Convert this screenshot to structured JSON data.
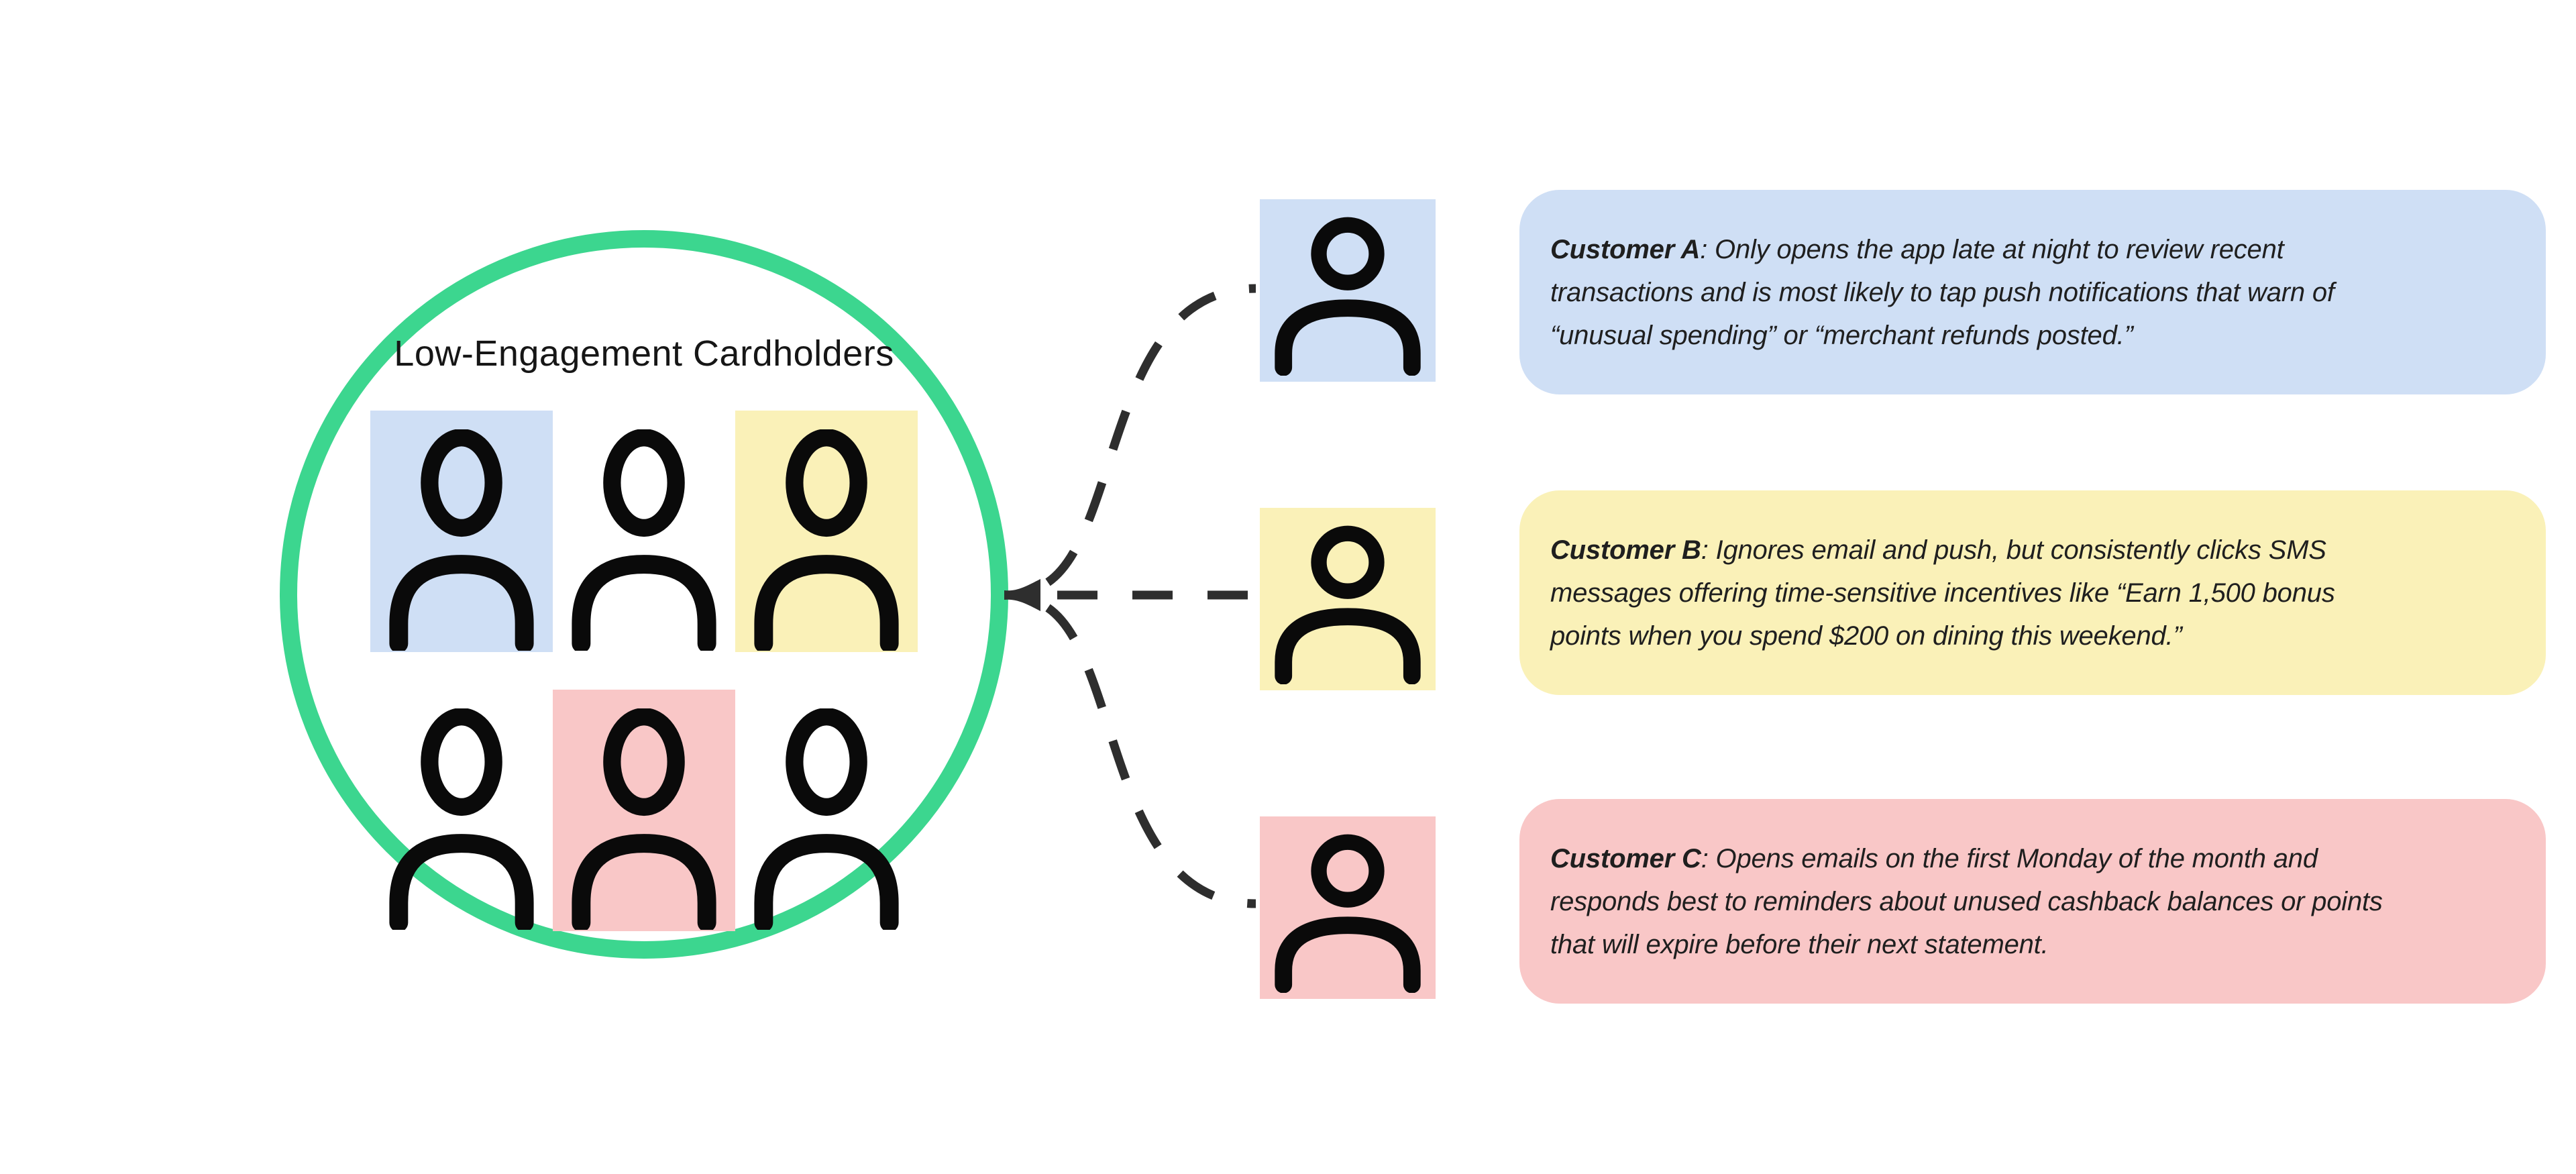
{
  "colors": {
    "background": "#ffffff",
    "circle_stroke": "#3cd68f",
    "connector": "#2e2e2e",
    "icon": "#0a0a0a",
    "text": "#1f1f1f",
    "blue": "#cfdff5",
    "yellow": "#faf1b8",
    "pink": "#f9c7c7"
  },
  "cluster": {
    "label": "Low-Engagement Cardholders",
    "members": [
      {
        "highlight": "blue"
      },
      {
        "highlight": "none"
      },
      {
        "highlight": "yellow"
      },
      {
        "highlight": "none"
      },
      {
        "highlight": "red"
      },
      {
        "highlight": "none"
      }
    ]
  },
  "personas": [
    {
      "label": "Customer A",
      "highlight": "blue",
      "lines": [
        ": Only opens the app late at night to review recent",
        "transactions and is most likely to tap push notifications that warn of",
        "“unusual spending” or “merchant refunds posted.”"
      ]
    },
    {
      "label": "Customer B",
      "highlight": "yellow",
      "lines": [
        ": Ignores email and push, but consistently clicks SMS",
        "messages offering time-sensitive incentives like “Earn 1,500 bonus",
        "points when you spend $200 on dining this weekend.”"
      ]
    },
    {
      "label": "Customer C",
      "highlight": "pink",
      "lines": [
        ": Opens emails on the first Monday of the month and",
        "responds best to reminders about unused cashback balances or points",
        "that will expire before their next statement."
      ]
    }
  ]
}
